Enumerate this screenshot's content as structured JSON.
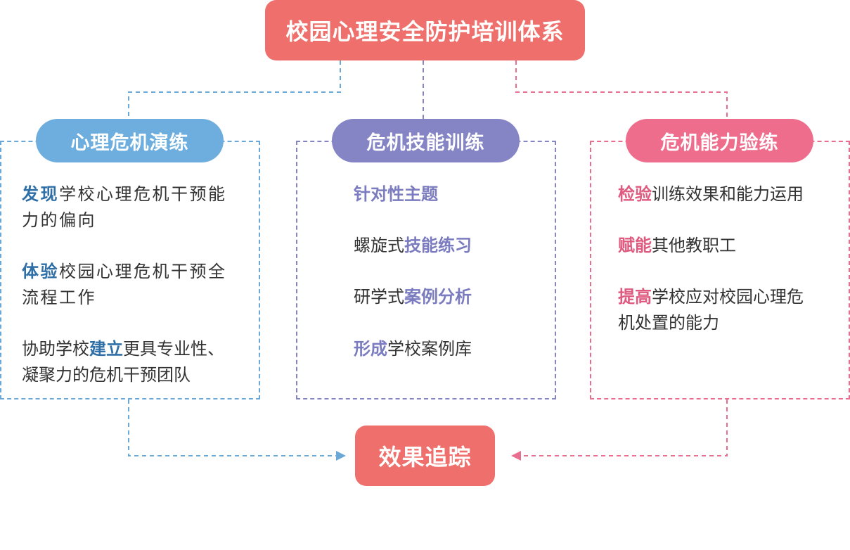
{
  "title": "校园心理安全防护培训体系",
  "result": "效果追踪",
  "colors": {
    "title_bg": "#ee6f6b",
    "blue": "#6aa8d8",
    "purple": "#8585c6",
    "pink": "#e86d8e"
  },
  "columns": [
    {
      "heading": "心理危机演练",
      "items": [
        {
          "hl": "发现",
          "text": "学校心理危机干预能",
          "text2": "力的偏向"
        },
        {
          "hl": "体验",
          "text": "校园心理危机干预全",
          "text2": "流程工作"
        },
        {
          "pre": "协助学校",
          "hl": "建立",
          "text": "更具专业性、",
          "text2": "凝聚力的危机干预团队"
        }
      ]
    },
    {
      "heading": "危机技能训练",
      "items": [
        {
          "hl": "针对性主题"
        },
        {
          "pre": "螺旋式",
          "hl": "技能练习"
        },
        {
          "pre": "研学式",
          "hl": "案例分析"
        },
        {
          "hl": "形成",
          "text": "学校案例库"
        }
      ]
    },
    {
      "heading": "危机能力验练",
      "items": [
        {
          "hl": "检验",
          "text": "训练效果和能力运用"
        },
        {
          "hl": "赋能",
          "text": "其他教职工"
        },
        {
          "hl": "提高",
          "text": "学校应对校园心理危",
          "text2": "机处置的能力"
        }
      ]
    }
  ]
}
